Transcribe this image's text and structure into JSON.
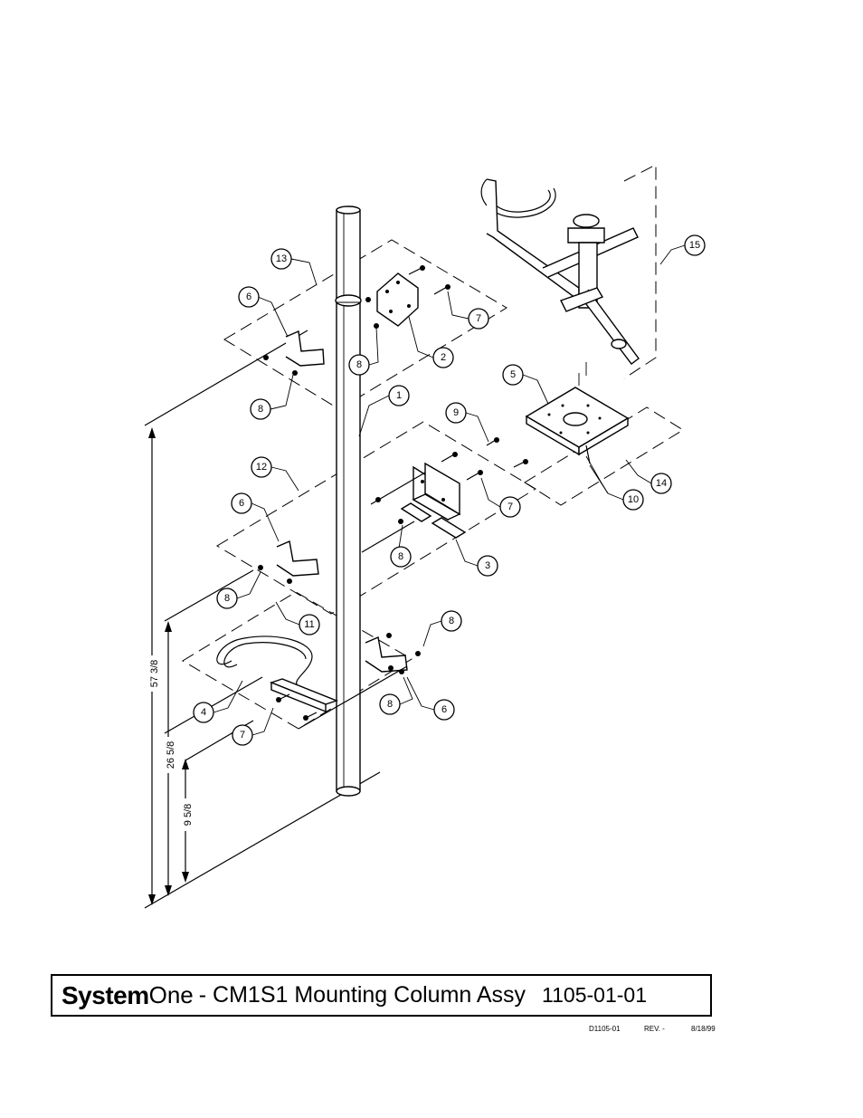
{
  "callouts": [
    "13",
    "6",
    "2",
    "7",
    "8",
    "8",
    "1",
    "5",
    "9",
    "12",
    "6",
    "7",
    "3",
    "8",
    "8",
    "10",
    "14",
    "15",
    "11",
    "8",
    "4",
    "8",
    "6",
    "7"
  ],
  "dimensions": {
    "overall": "57 3/8",
    "middle": "26 5/8",
    "lower": "9 5/8"
  },
  "title": {
    "brand_bold": "System",
    "brand_light": "One",
    "description": " - CM1S1 Mounting Column Assy",
    "number": "1105-01-01"
  },
  "footer": {
    "doc": "D1105-01",
    "rev": "REV. -",
    "date": "8/18/99"
  }
}
